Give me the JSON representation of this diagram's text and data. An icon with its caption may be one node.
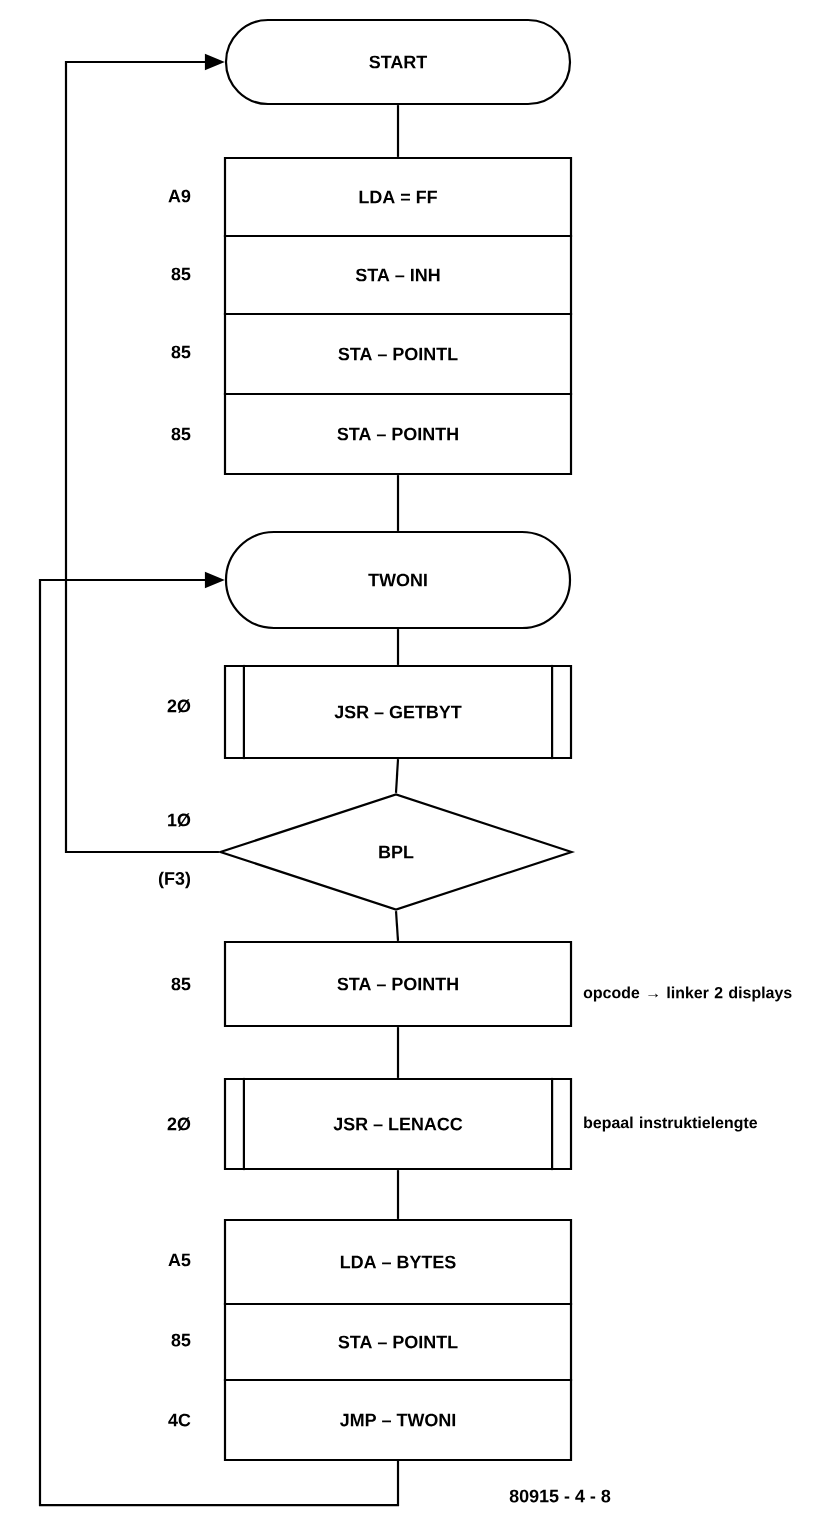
{
  "diagram": {
    "nodes": [
      {
        "text": [
          "START"
        ]
      },
      {
        "text": [
          "LDA = FF"
        ],
        "beside": [
          "A9"
        ]
      },
      {
        "text": [
          "STA – INH"
        ],
        "beside": [
          "85"
        ]
      },
      {
        "text": [
          "STA – POINTL"
        ],
        "beside": [
          "85"
        ]
      },
      {
        "text": [
          "STA – POINTH"
        ],
        "beside": [
          "85"
        ]
      },
      {
        "text": [
          "TWONI"
        ]
      },
      {
        "text": [
          "JSR – GETBYT"
        ],
        "beside": [
          "2Ø"
        ]
      },
      {
        "text": [
          "BPL"
        ],
        "beside": [
          "1Ø",
          "(F3)"
        ]
      },
      {
        "text": [
          "STA – POINTH"
        ],
        "beside": [
          "85",
          "opcode → linker 2 displays"
        ]
      },
      {
        "text": [
          "JSR – LENACC"
        ],
        "beside": [
          "2Ø",
          "bepaal instruktielengte"
        ]
      },
      {
        "text": [
          "LDA – BYTES"
        ],
        "beside": [
          "A5"
        ]
      },
      {
        "text": [
          "STA – POINTL"
        ],
        "beside": [
          "85"
        ]
      },
      {
        "text": [
          "JMP – TWONI"
        ],
        "beside": [
          "4C"
        ]
      }
    ],
    "edges": [
      {
        "from": 0,
        "to": 1,
        "arrow": "none"
      },
      {
        "from": 4,
        "to": 5,
        "arrow": "none"
      },
      {
        "from": 5,
        "to": 6,
        "arrow": "none"
      },
      {
        "from": 6,
        "to": 7,
        "arrow": "none"
      },
      {
        "from": 7,
        "to": 8,
        "arrow": "none"
      },
      {
        "from": 8,
        "to": 9,
        "arrow": "none"
      },
      {
        "from": 9,
        "to": 10,
        "arrow": "none"
      },
      {
        "from": 7,
        "to": 0,
        "arrow": "to"
      },
      {
        "from": 12,
        "to": 5,
        "arrow": "to"
      }
    ],
    "labels": [
      "80915 - 4 - 8"
    ]
  }
}
